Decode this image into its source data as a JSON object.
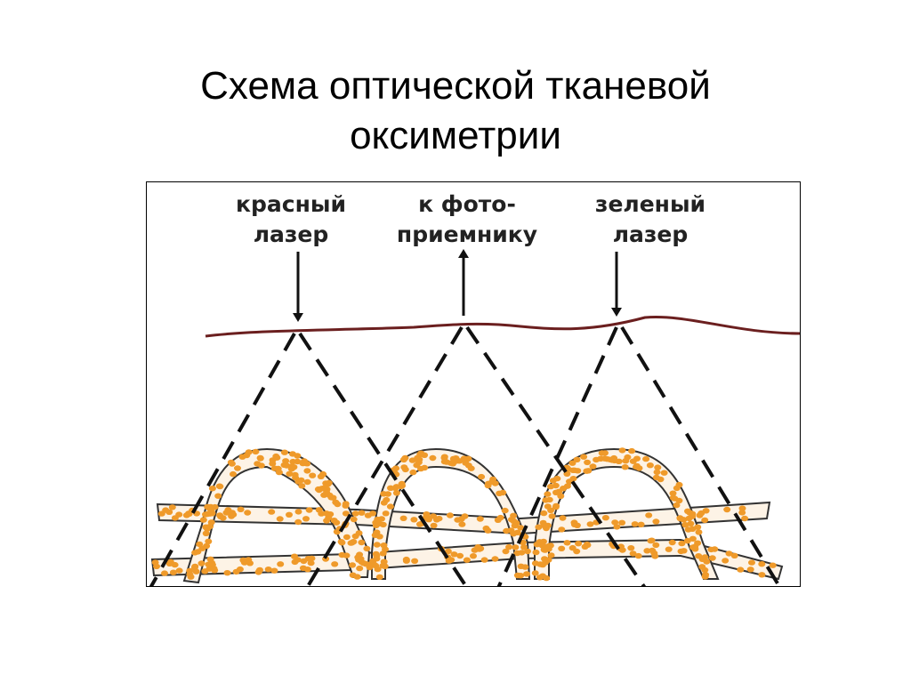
{
  "title": {
    "line1": "Схема оптической тканевой",
    "line2": "оксиметрии"
  },
  "diagram": {
    "labels": {
      "red_laser": {
        "line1": "красный",
        "line2": "лазер"
      },
      "photodetector": {
        "line1": "к фото-",
        "line2": "приемнику"
      },
      "green_laser": {
        "line1": "зеленый",
        "line2": "лазер"
      }
    },
    "colors": {
      "skin_surface": "#6b1f1f",
      "vessel_fill": "#fdf3e6",
      "blood_cell": "#ef9a2a",
      "outline": "#333333",
      "light_path": "#111111"
    }
  }
}
